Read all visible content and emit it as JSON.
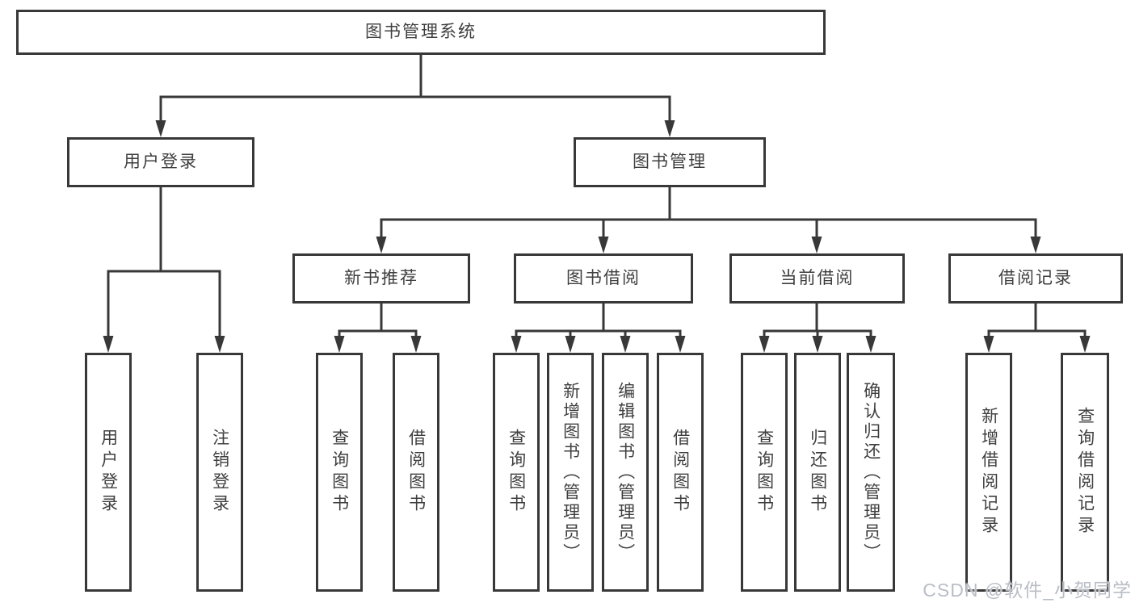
{
  "tree": {
    "root": {
      "label": "图书管理系统"
    },
    "branches": [
      {
        "label": "用户登录",
        "children": [
          {
            "label": "用户登录"
          },
          {
            "label": "注销登录"
          }
        ]
      },
      {
        "label": "图书管理",
        "children": [
          {
            "label": "新书推荐",
            "children": [
              {
                "label": "查询图书"
              },
              {
                "label": "借阅图书"
              }
            ]
          },
          {
            "label": "图书借阅",
            "children": [
              {
                "label": "查询图书"
              },
              {
                "label": "新增图书（管理员）"
              },
              {
                "label": "编辑图书（管理员）"
              },
              {
                "label": "借阅图书"
              }
            ]
          },
          {
            "label": "当前借阅",
            "children": [
              {
                "label": "查询图书"
              },
              {
                "label": "归还图书"
              },
              {
                "label": "确认归还（管理员）"
              }
            ]
          },
          {
            "label": "借阅记录",
            "children": [
              {
                "label": "新增借阅记录"
              },
              {
                "label": "查询借阅记录"
              }
            ]
          }
        ]
      }
    ]
  },
  "watermark": {
    "text": "CSDN @软件_小贺同学"
  },
  "colors": {
    "line": "#383838",
    "text": "#3f3f3f",
    "background": "#ffffff",
    "watermark": "#b9bec6"
  }
}
